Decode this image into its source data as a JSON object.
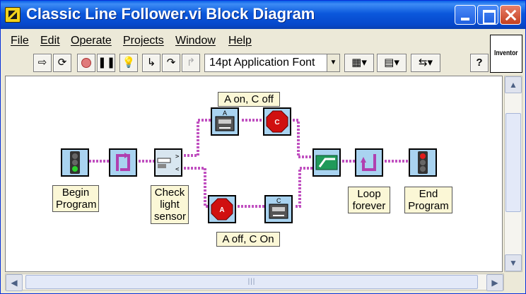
{
  "window": {
    "title": "Classic Line Follower.vi Block Diagram"
  },
  "menu": [
    "File",
    "Edit",
    "Operate",
    "Projects",
    "Window",
    "Help"
  ],
  "toolbar": {
    "font_select": "14pt Application Font",
    "help_label": "?"
  },
  "inventor_label": "Inventor",
  "diagram": {
    "labels": {
      "a_on_c_off": "A on, C off",
      "a_off_c_on": "A off, C On",
      "begin_program_1": "Begin",
      "begin_program_2": "Program",
      "check_sensor_1": "Check",
      "check_sensor_2": "light",
      "check_sensor_3": "sensor",
      "loop_forever_1": "Loop",
      "loop_forever_2": "forever",
      "end_program_1": "End",
      "end_program_2": "Program"
    },
    "stop_icon_c": "C",
    "stop_icon_a": "A",
    "motor_label_a": "A",
    "motor_label_c": "C"
  },
  "colors": {
    "wire": "#c050c0",
    "node_fill": "#a9d3f0",
    "stop_red": "#d01010",
    "label_bg": "#fbf7d6"
  }
}
